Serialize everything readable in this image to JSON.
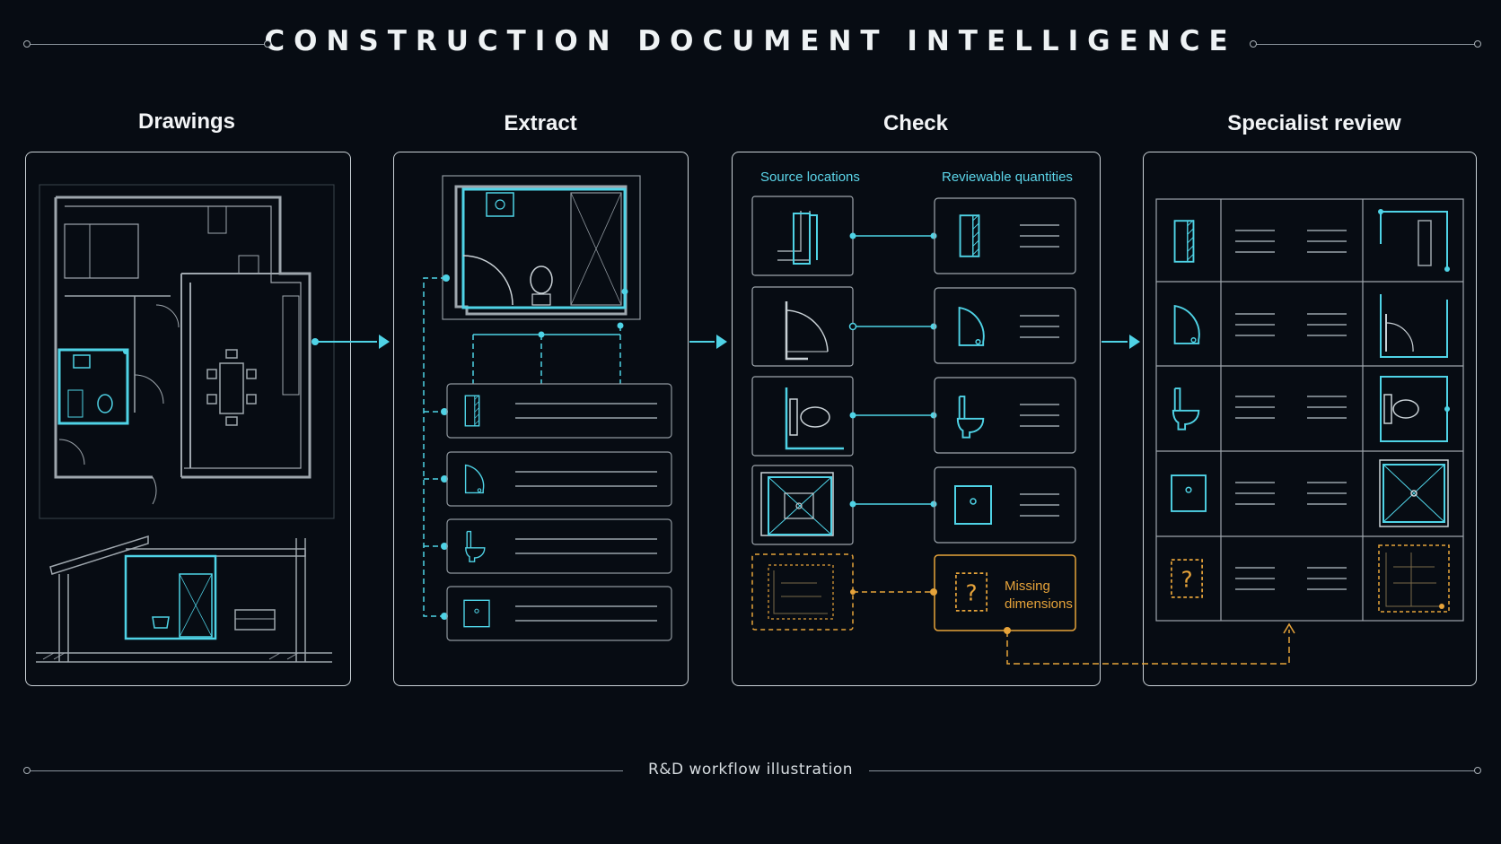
{
  "header": {
    "title": "CONSTRUCTION DOCUMENT INTELLIGENCE"
  },
  "columns": {
    "drawings": {
      "title": "Drawings"
    },
    "extract": {
      "title": "Extract"
    },
    "check": {
      "title": "Check",
      "source_label": "Source locations",
      "quantities_label": "Reviewable quantities",
      "missing_line1": "Missing",
      "missing_line2": "dimensions"
    },
    "review": {
      "title": "Specialist review"
    }
  },
  "footer": {
    "caption": "R&D workflow illustration"
  },
  "colors": {
    "accent": "#4fd3e6",
    "warning": "#e6a33a",
    "line": "#c9d1d6",
    "background": "#070c13"
  },
  "icons": [
    "wall-icon",
    "door-icon",
    "toilet-icon",
    "shower-icon",
    "question-icon",
    "arrow-right-icon"
  ]
}
